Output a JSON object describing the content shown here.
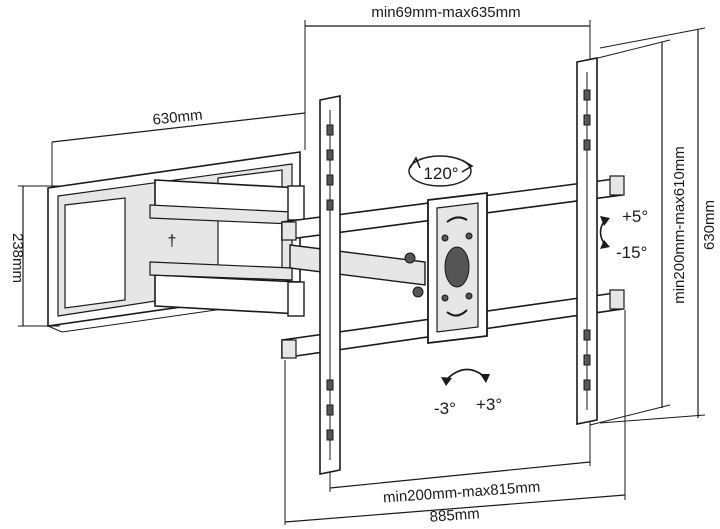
{
  "dimensions": {
    "top_width": "min69mm-max635mm",
    "wall_plate_width": "630mm",
    "wall_plate_height": "238mm",
    "rail_height_range": "min200mm-max610mm",
    "overall_height": "630mm",
    "rail_width_range": "min200mm-max815mm",
    "overall_width": "885mm"
  },
  "angles": {
    "swivel": "120°",
    "tilt_up": "+5°",
    "tilt_down": "-15°",
    "level_minus": "-3°",
    "level_plus": "+3°"
  }
}
